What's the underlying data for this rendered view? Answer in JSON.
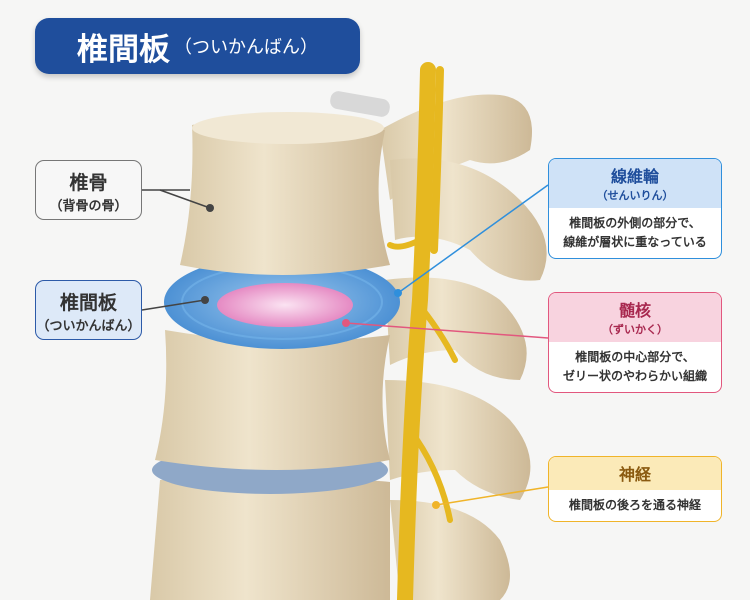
{
  "title": {
    "main": "椎間板",
    "reading": "（ついかんばん）"
  },
  "left_labels": [
    {
      "title": "椎骨",
      "sub": "（背骨の骨）"
    },
    {
      "title": "椎間板",
      "sub": "（ついかんばん）"
    }
  ],
  "right_labels": [
    {
      "title": "線維輪",
      "sub": "（せんいりん）",
      "desc1": "椎間板の外側の部分で、",
      "desc2": "線維が層状に重なっている",
      "color": "#2f8fdc"
    },
    {
      "title": "髄核",
      "sub": "（ずいかく）",
      "desc1": "椎間板の中心部分で、",
      "desc2": "ゼリー状のやわらかい組織",
      "color": "#e2577e"
    },
    {
      "title": "神経",
      "desc1": "椎間板の後ろを通る神経",
      "color": "#f0b429"
    }
  ]
}
